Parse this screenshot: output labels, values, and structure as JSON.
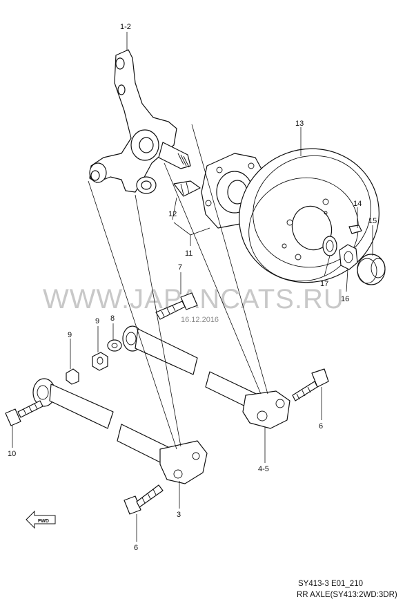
{
  "watermark": "WWW.JAPANCATS.RU",
  "date_stamp": "16.12.2016",
  "header_fragment": "",
  "fwd_label": "FWD",
  "footer": {
    "code": "SY413-3 E01_210",
    "title": "RR AXLE(SY413:2WD:3DR)"
  },
  "callouts": [
    "1-2",
    "13",
    "14",
    "15",
    "12",
    "11",
    "17",
    "16",
    "7",
    "9",
    "8",
    "9",
    "10",
    "6",
    "4-5",
    "3",
    "6"
  ]
}
